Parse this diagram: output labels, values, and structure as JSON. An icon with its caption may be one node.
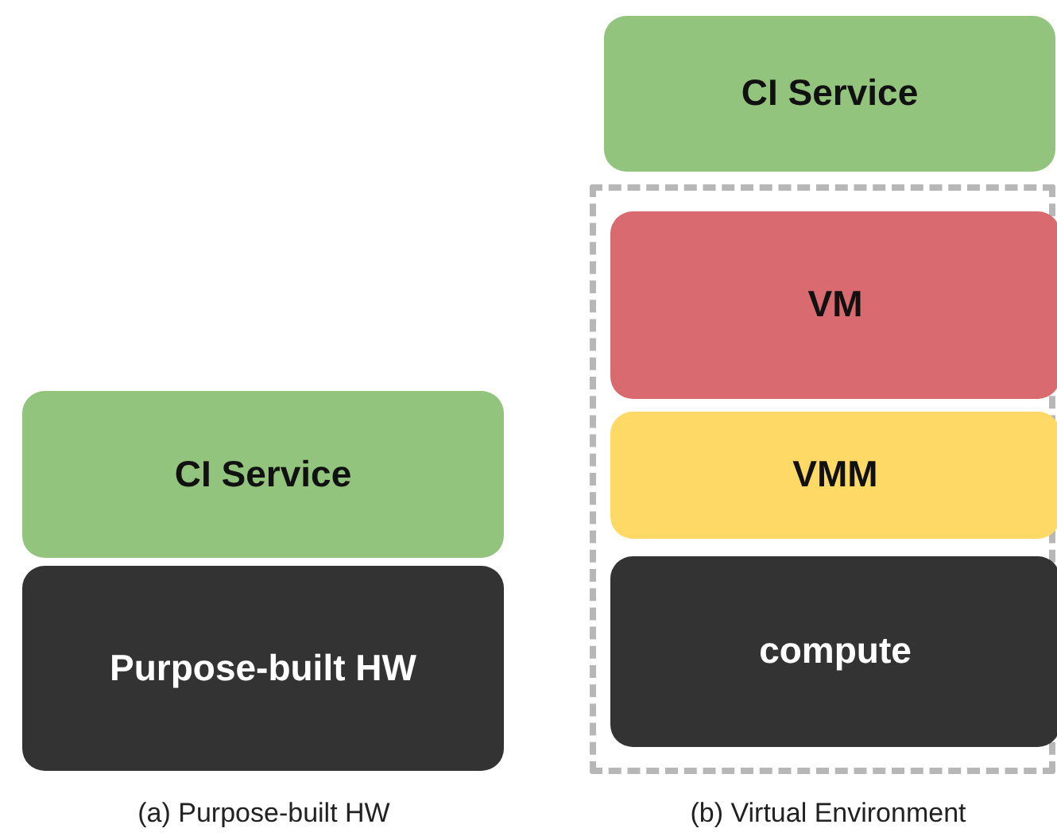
{
  "diagram": {
    "nodes": [
      {
        "text": [
          "CI Service"
        ]
      },
      {
        "text": [
          "Purpose-built HW"
        ]
      },
      {
        "text": [
          "CI Service"
        ]
      },
      {
        "text": [],
        "shape": "box"
      },
      {
        "text": [
          "VM"
        ],
        "in": 3
      },
      {
        "text": [
          "VMM"
        ],
        "in": 3
      },
      {
        "text": [
          "compute"
        ],
        "in": 3
      }
    ],
    "labels": [
      "(a) Purpose-built HW",
      "(b) Virtual Environment"
    ]
  }
}
